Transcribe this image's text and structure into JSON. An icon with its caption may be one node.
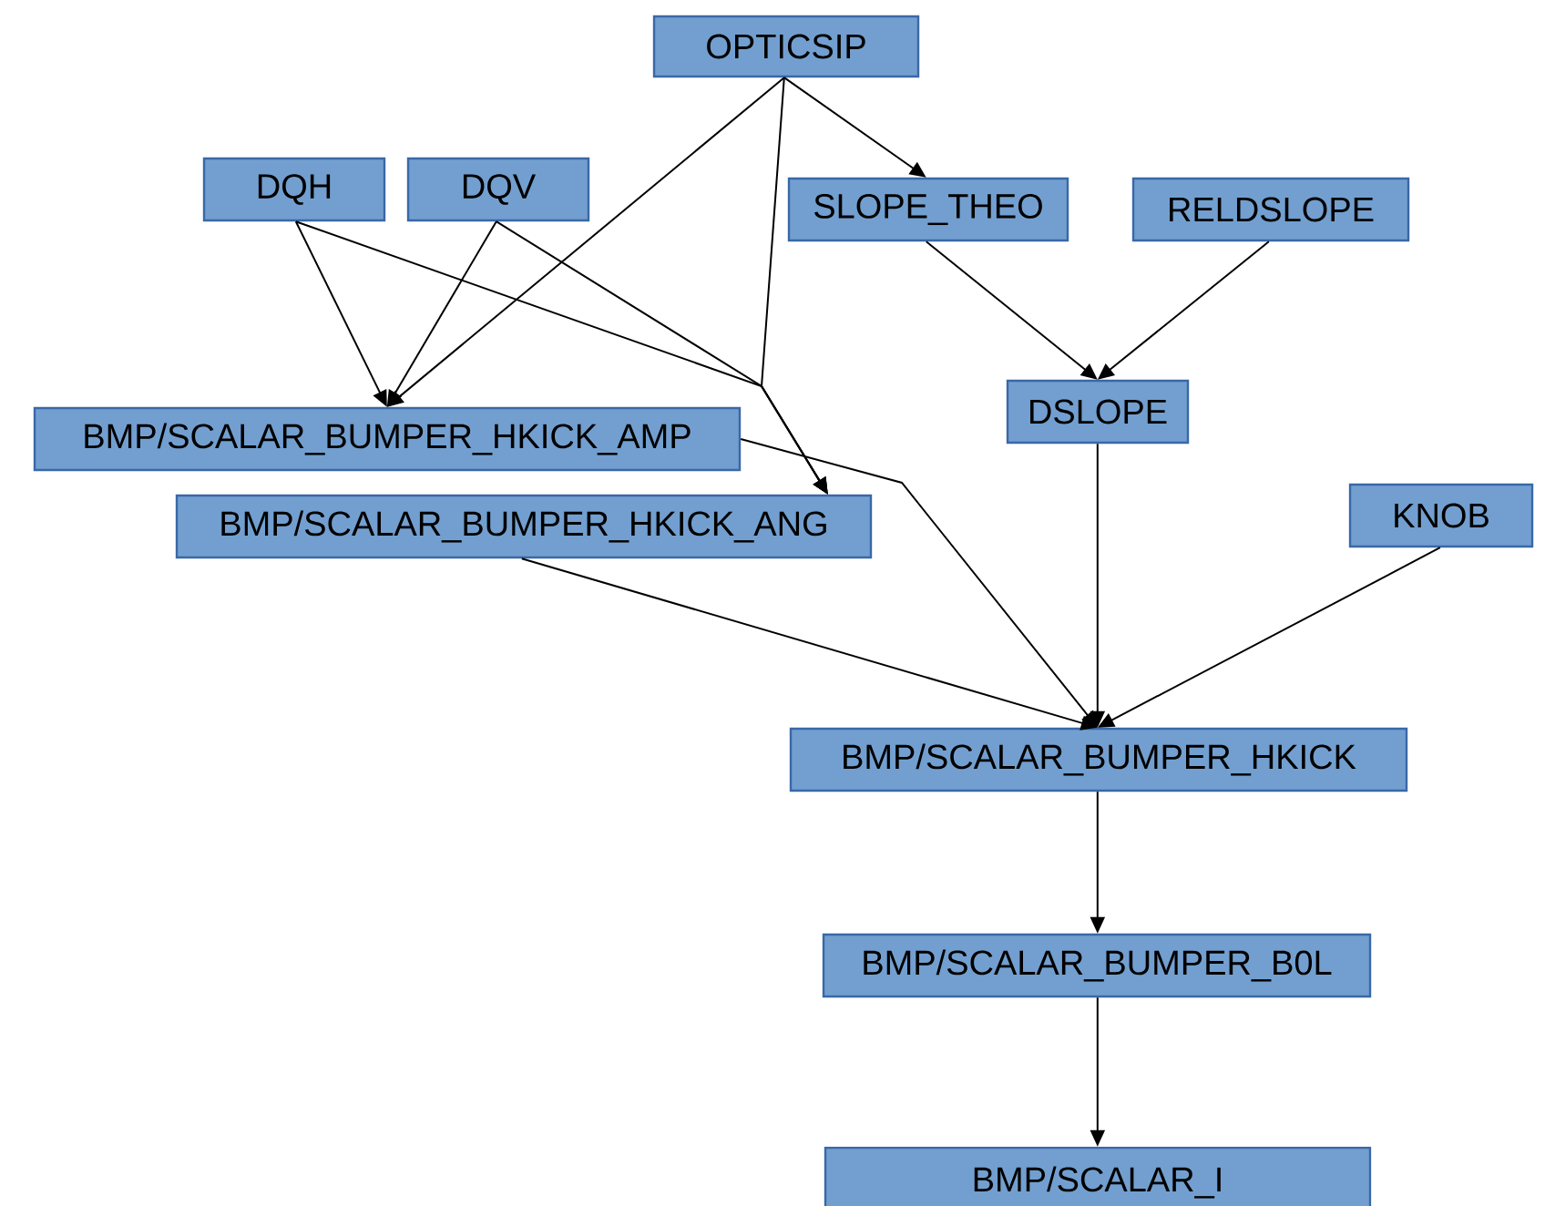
{
  "diagram": {
    "nodes": [
      {
        "text": [
          "OPTICSIP"
        ]
      },
      {
        "text": [
          "DQH"
        ]
      },
      {
        "text": [
          "DQV"
        ]
      },
      {
        "text": [
          "SLOPE_THEO"
        ]
      },
      {
        "text": [
          "RELDSLOPE"
        ]
      },
      {
        "text": [
          "BMP/SCALAR_BUMPER_HKICK_AMP"
        ]
      },
      {
        "text": [
          "BMP/SCALAR_BUMPER_HKICK_ANG"
        ]
      },
      {
        "text": [
          "DSLOPE"
        ]
      },
      {
        "text": [
          "KNOB"
        ]
      },
      {
        "text": [
          "BMP/SCALAR_BUMPER_HKICK"
        ]
      },
      {
        "text": [
          "BMP/SCALAR_BUMPER_B0L"
        ]
      },
      {
        "text": [
          "BMP/SCALAR_I"
        ]
      }
    ],
    "edges": [
      {
        "from": 1,
        "to": 5,
        "arrow": "to"
      },
      {
        "from": 1,
        "to": 6,
        "arrow": "to"
      },
      {
        "from": 2,
        "to": 5,
        "arrow": "to"
      },
      {
        "from": 2,
        "to": 6,
        "arrow": "to"
      },
      {
        "from": 0,
        "to": 5,
        "arrow": "to"
      },
      {
        "from": 0,
        "to": 6,
        "arrow": "to"
      },
      {
        "from": 0,
        "to": 3,
        "arrow": "to"
      },
      {
        "from": 3,
        "to": 7,
        "arrow": "to"
      },
      {
        "from": 4,
        "to": 7,
        "arrow": "to"
      },
      {
        "from": 5,
        "to": 9,
        "arrow": "to"
      },
      {
        "from": 6,
        "to": 9,
        "arrow": "to"
      },
      {
        "from": 7,
        "to": 9,
        "arrow": "to"
      },
      {
        "from": 8,
        "to": 9,
        "arrow": "to"
      },
      {
        "from": 9,
        "to": 10,
        "arrow": "to"
      },
      {
        "from": 10,
        "to": 11,
        "arrow": "to"
      }
    ]
  }
}
